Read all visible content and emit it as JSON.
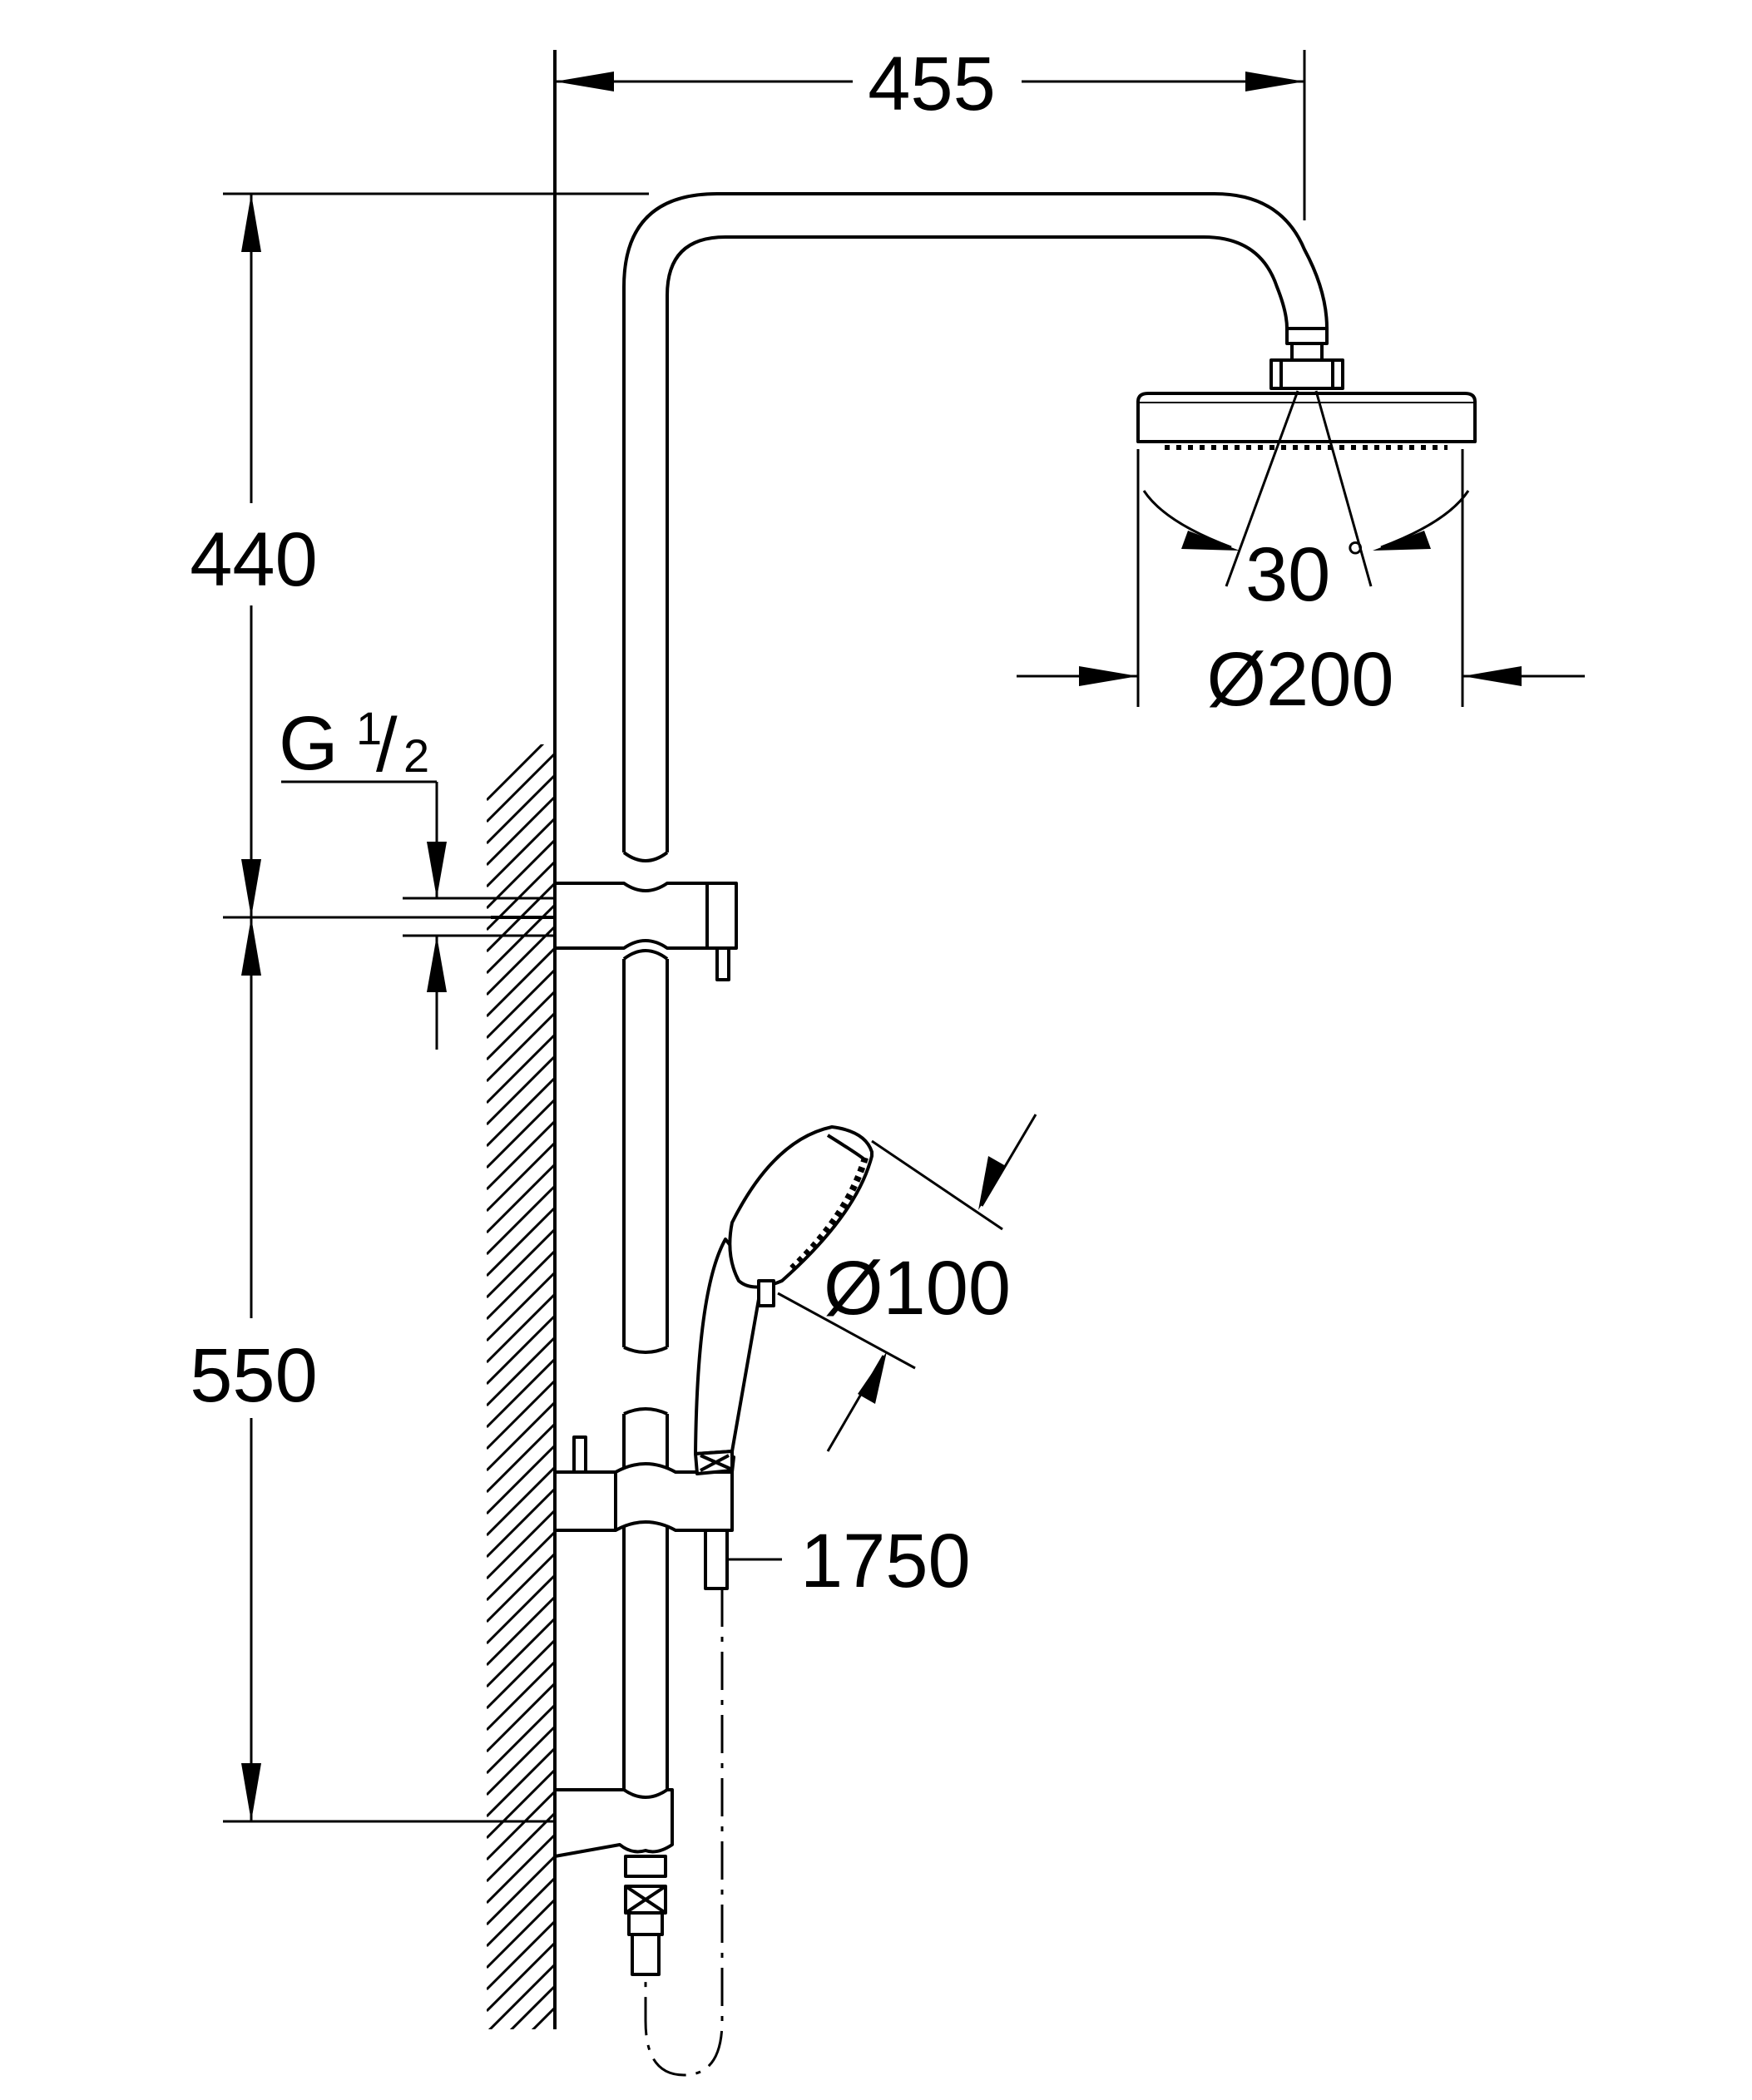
{
  "colors": {
    "ink": "#000000",
    "paper": "#ffffff"
  },
  "dimensions": {
    "width_total": "455",
    "height_upper": "440",
    "height_lower": "550",
    "head_diameter": "Ø200",
    "hand_diameter": "Ø100",
    "hose_length": "1750",
    "spray_angle_value": "30",
    "spray_angle_unit": "°"
  },
  "thread": {
    "letter": "G",
    "numerator": "1",
    "slash": "/",
    "denominator": "2"
  }
}
